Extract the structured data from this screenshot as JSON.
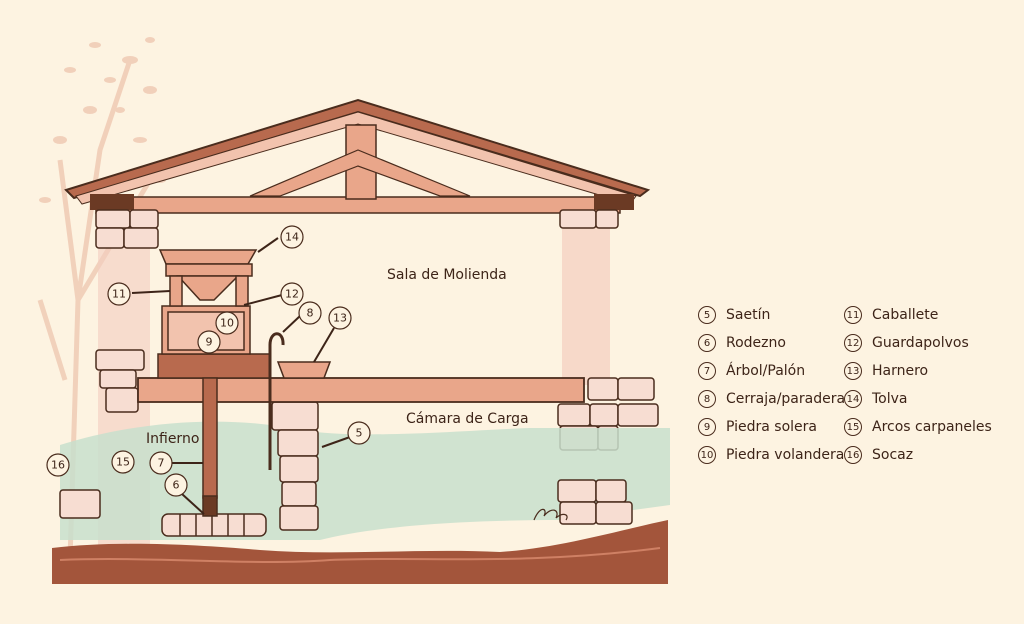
{
  "colors": {
    "background": "#fdf3e1",
    "wood": "#e9a68a",
    "wood_dark": "#6b3a24",
    "stone": "#f7ddd2",
    "water": "#c8dfcc",
    "soil": "#a3553b",
    "ink": "#3d2418"
  },
  "scene_labels": {
    "sala": "Sala de Molienda",
    "camara": "Cámara de Carga",
    "infierno": "Infierno"
  },
  "callouts": {
    "c5": "5",
    "c6": "6",
    "c7": "7",
    "c8": "8",
    "c9": "9",
    "c10": "10",
    "c11": "11",
    "c12": "12",
    "c13": "13",
    "c14": "14",
    "c15": "15",
    "c16": "16"
  },
  "legend": {
    "left": [
      {
        "num": "5",
        "label": "Saetín"
      },
      {
        "num": "6",
        "label": "Rodezno"
      },
      {
        "num": "7",
        "label": "Árbol/Palón"
      },
      {
        "num": "8",
        "label": "Cerraja/paradera"
      },
      {
        "num": "9",
        "label": "Piedra solera"
      },
      {
        "num": "10",
        "label": "Piedra volandera"
      }
    ],
    "right": [
      {
        "num": "11",
        "label": "Caballete"
      },
      {
        "num": "12",
        "label": "Guardapolvos"
      },
      {
        "num": "13",
        "label": "Harnero"
      },
      {
        "num": "14",
        "label": "Tolva"
      },
      {
        "num": "15",
        "label": "Arcos carpaneles"
      },
      {
        "num": "16",
        "label": "Socaz"
      }
    ]
  }
}
